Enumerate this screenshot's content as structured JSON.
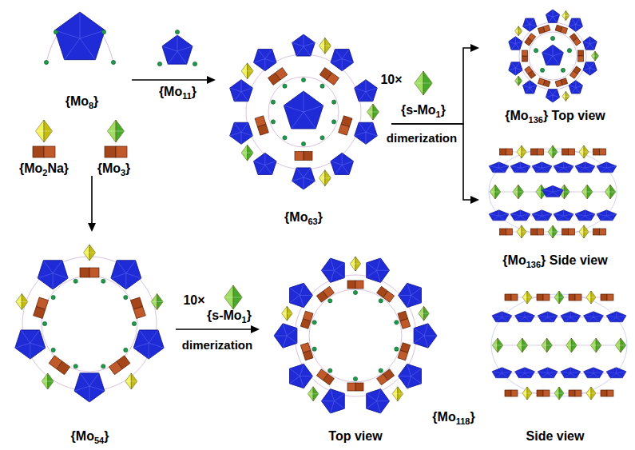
{
  "diagram": {
    "nodes": [
      {
        "text": [
          "{Mo8}"
        ]
      },
      {
        "text": [
          "{Mo11}"
        ]
      },
      {
        "text": [
          "{Mo2Na}"
        ]
      },
      {
        "text": [
          "{Mo3}"
        ]
      },
      {
        "text": [
          "{Mo63}"
        ]
      },
      {
        "text": [
          "{Mo136} Top view"
        ]
      },
      {
        "text": [
          "{Mo136} Side view"
        ]
      },
      {
        "text": [
          "{Mo54}"
        ]
      },
      {
        "text": [
          "Top view"
        ]
      },
      {
        "text": [
          "Side view"
        ]
      }
    ],
    "edges": [
      {
        "from": 0,
        "to": 4,
        "arrow": "to"
      },
      {
        "from": 4,
        "to": 5,
        "label": "dimerization",
        "arrow": "to"
      },
      {
        "from": 4,
        "to": 6,
        "arrow": "to"
      },
      {
        "from": 3,
        "to": 7,
        "arrow": "to"
      },
      {
        "from": 7,
        "to": 8,
        "label": "dimerization",
        "arrow": "to"
      }
    ],
    "labels": [
      "10×",
      "{s-Mo1}",
      "10×",
      "{s-Mo1}",
      "{Mo118}"
    ]
  }
}
